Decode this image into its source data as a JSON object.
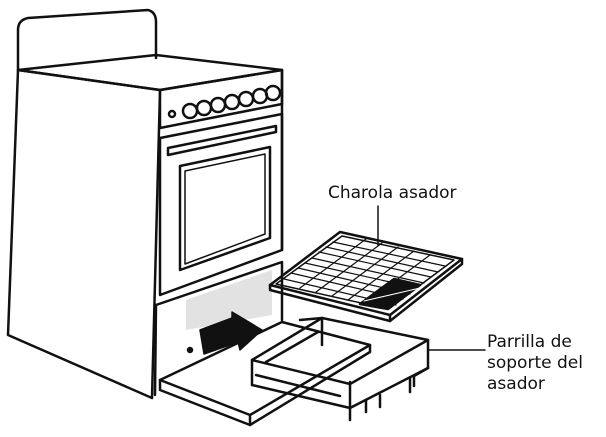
{
  "labels": {
    "broiler_tray": "Charola asador",
    "rack_line1": "Parrilla de",
    "rack_line2": "soporte del",
    "rack_line3": "asador"
  },
  "colors": {
    "line": "#111111",
    "background": "#ffffff",
    "shade": "#e2e2e2"
  }
}
